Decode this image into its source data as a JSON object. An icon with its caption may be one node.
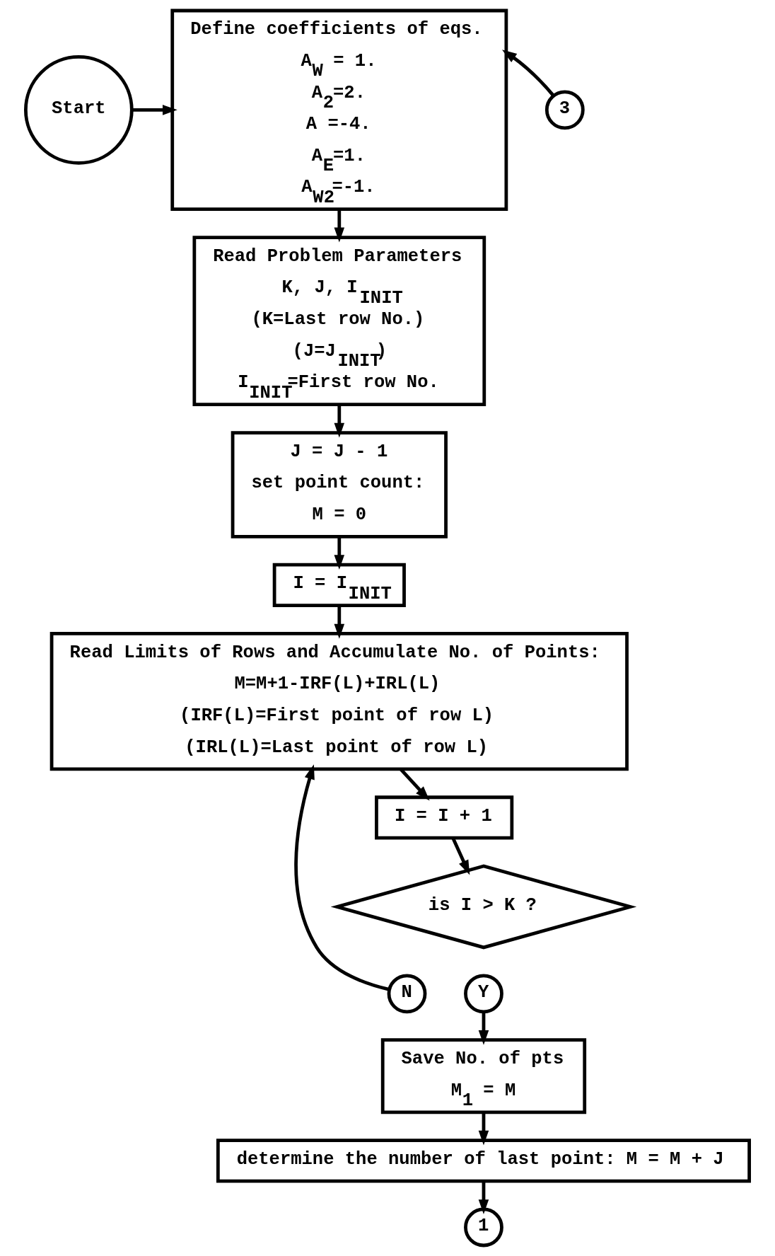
{
  "diagram": {
    "nodes": [
      {
        "text": [
          "Start"
        ]
      },
      {
        "text": [
          "Define coefficients of eqs.",
          "A$_{W}$ = 1.",
          "A$_{2}$=2.",
          "A =-4.",
          "A$_{E}$=1.",
          "A$_{W2}$=-1."
        ]
      },
      {
        "text": [
          "Read Problem Parameters",
          "K, J, I$_{INIT}$",
          "(K=Last row No.)",
          "(J=J$_{INIT}$)",
          "I$_{INIT}$=First row No."
        ]
      },
      {
        "text": [
          "J = J - 1",
          "set point count:",
          "M = 0"
        ]
      },
      {
        "text": [
          "I = I$_{INIT}$"
        ]
      },
      {
        "text": [
          "Read Limits of Rows and Accumulate No. of Points:",
          "M=M+1-IRF(L)+IRL(L)",
          "(IRF(L)=First point of row L)",
          "(IRL(L)=Last point of row L)"
        ]
      },
      {
        "text": [
          "I = I + 1"
        ]
      },
      {
        "text": [
          "is I > K ?"
        ]
      },
      {
        "text": [
          "N"
        ]
      },
      {
        "text": [
          "Y"
        ]
      },
      {
        "text": [
          "Save No. of pts",
          "M$_{1}$ = M"
        ]
      },
      {
        "text": [
          "determine the number of last point: M = M + J"
        ]
      },
      {
        "text": [
          "1"
        ]
      },
      {
        "text": [
          "3"
        ]
      }
    ],
    "edges": [
      {
        "from": 0,
        "to": 1,
        "arrow": "to"
      },
      {
        "from": 13,
        "to": 1,
        "arrow": "to"
      },
      {
        "from": 1,
        "to": 2,
        "arrow": "to"
      },
      {
        "from": 2,
        "to": 3,
        "arrow": "to"
      },
      {
        "from": 3,
        "to": 4,
        "arrow": "to"
      },
      {
        "from": 4,
        "to": 5,
        "arrow": "to"
      },
      {
        "from": 5,
        "to": 6,
        "arrow": "to"
      },
      {
        "from": 6,
        "to": 7,
        "arrow": "to"
      },
      {
        "from": 8,
        "to": 5,
        "arrow": "to"
      },
      {
        "from": 9,
        "to": 10,
        "arrow": "to"
      },
      {
        "from": 10,
        "to": 11,
        "arrow": "to"
      },
      {
        "from": 11,
        "to": 12,
        "arrow": "to"
      }
    ]
  }
}
